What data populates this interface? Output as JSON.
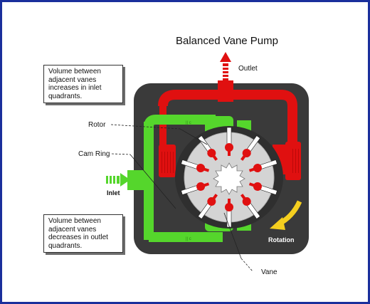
{
  "title": "Balanced Vane Pump",
  "labels": {
    "outlet": "Outlet",
    "inlet": "Inlet",
    "rotor": "Rotor",
    "cam_ring": "Cam Ring",
    "rotation": "Rotation",
    "vane": "Vane"
  },
  "notes": {
    "top": "Volume between adjacent vanes increases in inlet quadrants.",
    "bottom": "Volume between adjacent vanes decreases in outlet quadrants."
  },
  "colors": {
    "frame": "#1a2f9c",
    "housing": "#3a3a3a",
    "outlet_fluid": "#e01010",
    "inlet_fluid": "#55d62c",
    "rotor": "#d4d4d4",
    "rotation_arrow": "#f5cf1f"
  },
  "icons": [
    "outlet-arrow-icon",
    "inlet-arrow-icon",
    "rotation-arrow-icon"
  ]
}
